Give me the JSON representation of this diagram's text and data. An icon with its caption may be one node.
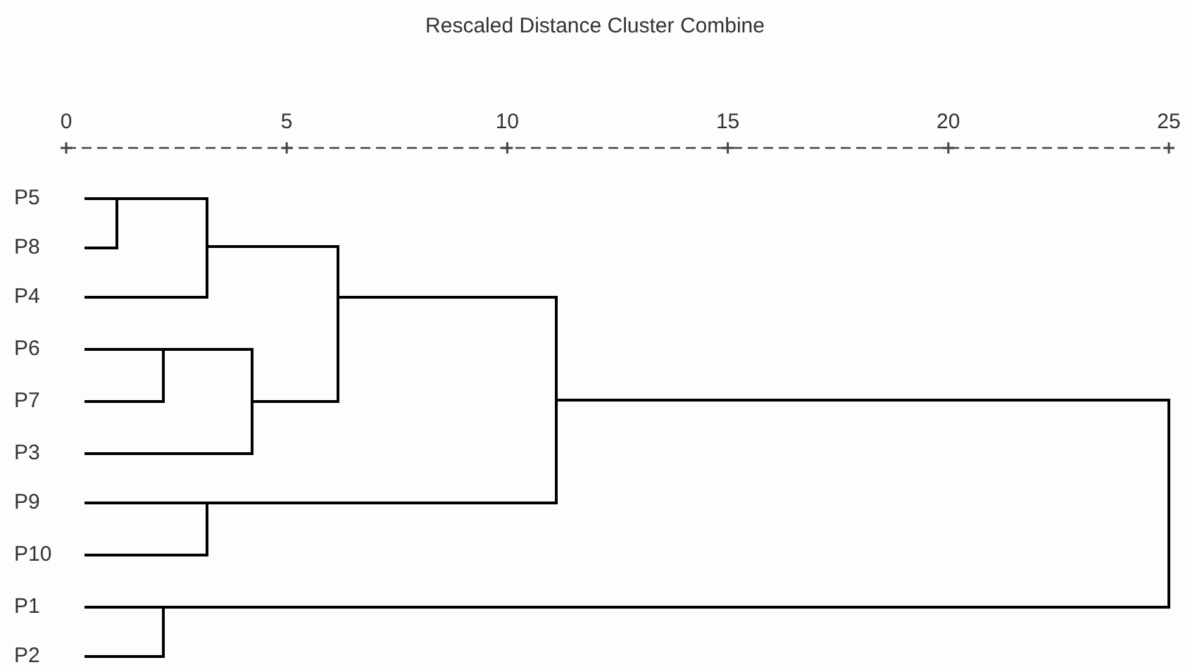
{
  "diagram": {
    "title": "Rescaled Distance Cluster Combine",
    "nodes": [
      {
        "text": [
          "P5"
        ]
      },
      {
        "text": [
          "P8"
        ]
      },
      {
        "text": [
          "P4"
        ]
      },
      {
        "text": [
          "P6"
        ]
      },
      {
        "text": [
          "P7"
        ]
      },
      {
        "text": [
          "P3"
        ]
      },
      {
        "text": [
          "P9"
        ]
      },
      {
        "text": [
          "P10"
        ]
      },
      {
        "text": [
          "P1"
        ]
      },
      {
        "text": [
          "P2"
        ]
      },
      {
        "text": [],
        "shape": "bar"
      },
      {
        "text": [],
        "shape": "bar"
      },
      {
        "text": [],
        "shape": "bar"
      },
      {
        "text": [],
        "shape": "bar"
      },
      {
        "text": [],
        "shape": "bar"
      },
      {
        "text": [],
        "shape": "bar"
      },
      {
        "text": [],
        "shape": "bar"
      },
      {
        "text": [],
        "shape": "bar"
      },
      {
        "text": [],
        "shape": "bar"
      }
    ],
    "edges": [
      {
        "from": 0,
        "to": 10,
        "arrow": "none"
      },
      {
        "from": 1,
        "to": 10,
        "arrow": "none"
      },
      {
        "from": 10,
        "to": 11,
        "arrow": "none"
      },
      {
        "from": 2,
        "to": 11,
        "arrow": "none"
      },
      {
        "from": 3,
        "to": 12,
        "arrow": "none"
      },
      {
        "from": 4,
        "to": 12,
        "arrow": "none"
      },
      {
        "from": 12,
        "to": 13,
        "arrow": "none"
      },
      {
        "from": 5,
        "to": 13,
        "arrow": "none"
      },
      {
        "from": 11,
        "to": 14,
        "arrow": "none"
      },
      {
        "from": 13,
        "to": 14,
        "arrow": "none"
      },
      {
        "from": 6,
        "to": 15,
        "arrow": "none"
      },
      {
        "from": 7,
        "to": 15,
        "arrow": "none"
      },
      {
        "from": 14,
        "to": 16,
        "arrow": "none"
      },
      {
        "from": 15,
        "to": 16,
        "arrow": "none"
      },
      {
        "from": 8,
        "to": 17,
        "arrow": "none"
      },
      {
        "from": 9,
        "to": 17,
        "arrow": "none"
      },
      {
        "from": 16,
        "to": 18,
        "arrow": "none"
      },
      {
        "from": 17,
        "to": 18,
        "arrow": "none"
      }
    ],
    "labels": [
      "0",
      "5",
      "10",
      "15",
      "20",
      "25"
    ]
  }
}
